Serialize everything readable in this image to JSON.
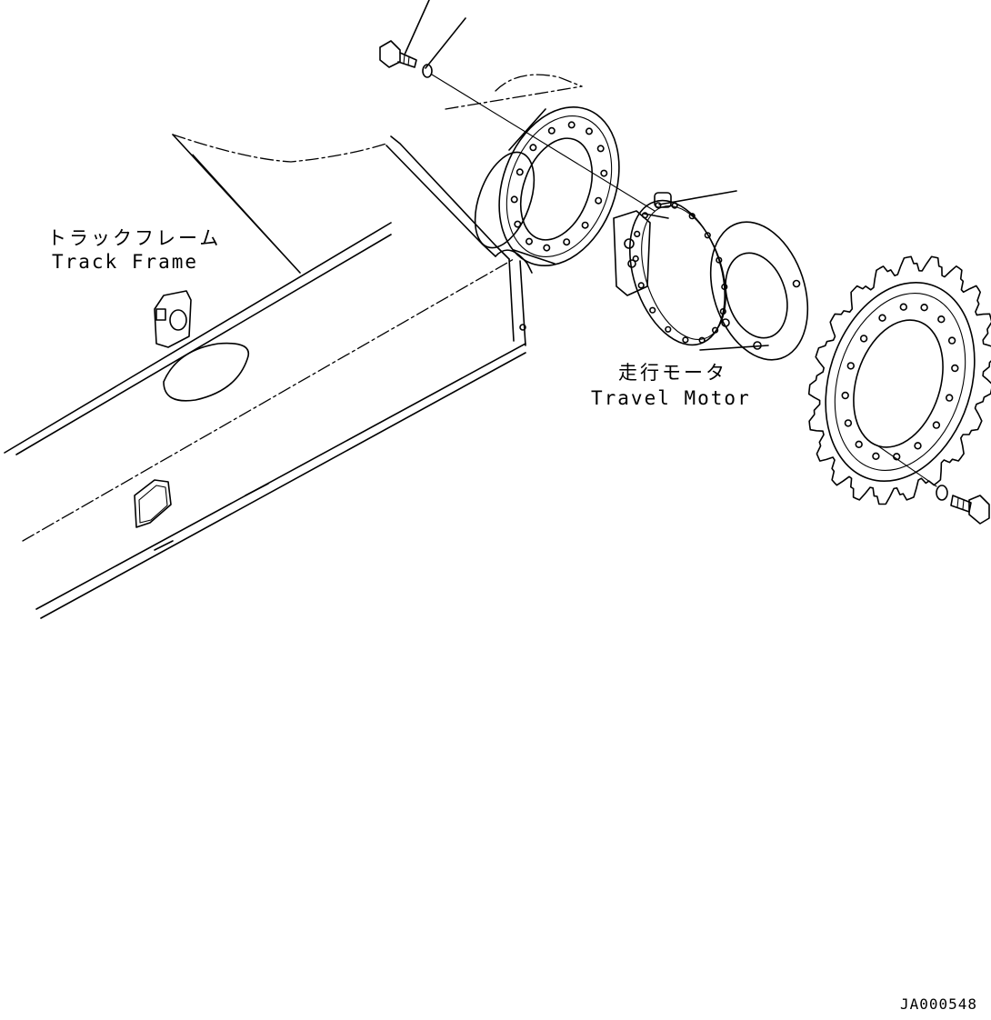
{
  "labels": {
    "track_frame_jp": "トラックフレーム",
    "track_frame_en": "Track Frame",
    "travel_motor_jp": "走行モータ",
    "travel_motor_en": "Travel Motor",
    "drawing_code": "JA000548"
  }
}
